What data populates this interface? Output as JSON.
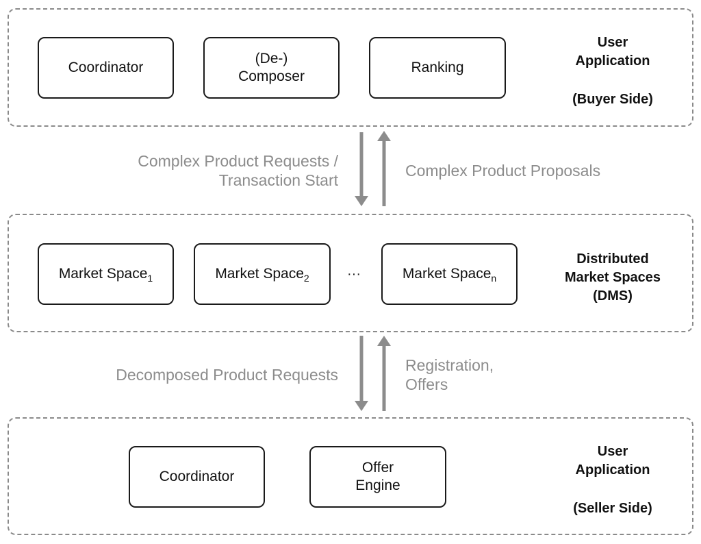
{
  "buyer_layer": {
    "boxes": {
      "coordinator": "Coordinator",
      "decomposer_line1": "(De-)",
      "decomposer_line2": "Composer",
      "ranking": "Ranking"
    },
    "label_line1": "User",
    "label_line2": "Application",
    "label_line3": "(Buyer Side)"
  },
  "flow_top": {
    "down_line1": "Complex Product Requests /",
    "down_line2": "Transaction Start",
    "up": "Complex Product Proposals"
  },
  "dms_layer": {
    "boxes": {
      "ms1_text": "Market Space",
      "ms1_sub": "1",
      "ms2_text": "Market Space",
      "ms2_sub": "2",
      "ellipsis": "···",
      "msn_text": "Market Space",
      "msn_sub": "n"
    },
    "label_line1": "Distributed",
    "label_line2": "Market Spaces",
    "label_line3": "(DMS)"
  },
  "flow_bottom": {
    "down": "Decomposed Product Requests",
    "up_line1": "Registration,",
    "up_line2": "Offers"
  },
  "seller_layer": {
    "boxes": {
      "coordinator": "Coordinator",
      "offer_engine_line1": "Offer",
      "offer_engine_line2": "Engine"
    },
    "label_line1": "User",
    "label_line2": "Application",
    "label_line3": "(Seller Side)"
  },
  "colors": {
    "arrow": "#8c8c8c",
    "dashed_border": "#8a8a8a",
    "box_border": "#1a1a1a",
    "flow_text": "#8c8c8c"
  }
}
